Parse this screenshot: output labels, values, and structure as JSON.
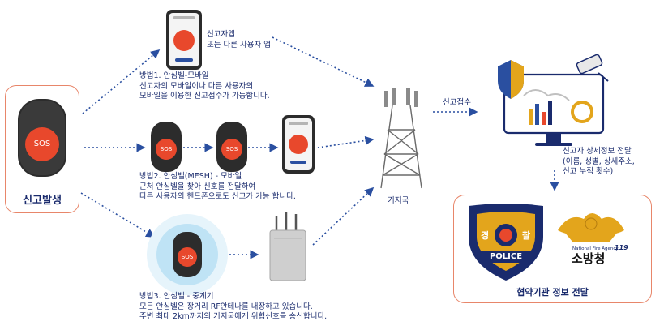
{
  "source": {
    "title": "신고발생",
    "device_label": "SOS"
  },
  "method1": {
    "phone_label": "신고자앱\n또는 다른 사용자 앱",
    "description": "방법1. 안심벨-모바일\n신고자의 모바일이나 다른 사용자의\n모바일을 이용한 신고접수가 가능합니다."
  },
  "method2": {
    "device_label_1": "SOS",
    "device_label_2": "SOS",
    "description": "방법2. 안심벨(MESH) - 모바일\n근처 안심벨을 찾아 신호를 전달하여\n다른 사용자의 핸드폰으로도 신고가 가능 합니다."
  },
  "method3": {
    "device_label": "SOS",
    "description": "방법3. 안심벨 - 중계기\n모든 안심벨은 장거리 RF안테나를 내장하고 있습니다.\n주변 최대 2km까지의 기지국에게 위협신호를 송신합니다."
  },
  "tower": {
    "label": "기지국"
  },
  "receipt": {
    "label": "신고접수"
  },
  "details": {
    "label": "신고자 상세정보 전달\n(이름, 성별, 상세주소,\n신고 누적 횟수)"
  },
  "partner": {
    "title": "협약기관 정보 전달",
    "police_text": "POLICE",
    "police_chars": [
      "경",
      "찰"
    ],
    "fire_small": "National Fire Agency",
    "fire_num": "119",
    "fire_name": "소방청"
  },
  "colors": {
    "navy": "#1a2b6d",
    "sos_red": "#e8482c",
    "device_dark": "#2c2c2c",
    "border_orange": "#e8866a",
    "arrow_blue": "#2a4fa0",
    "glow": "#bfe3f5",
    "gold": "#e3a51c"
  }
}
